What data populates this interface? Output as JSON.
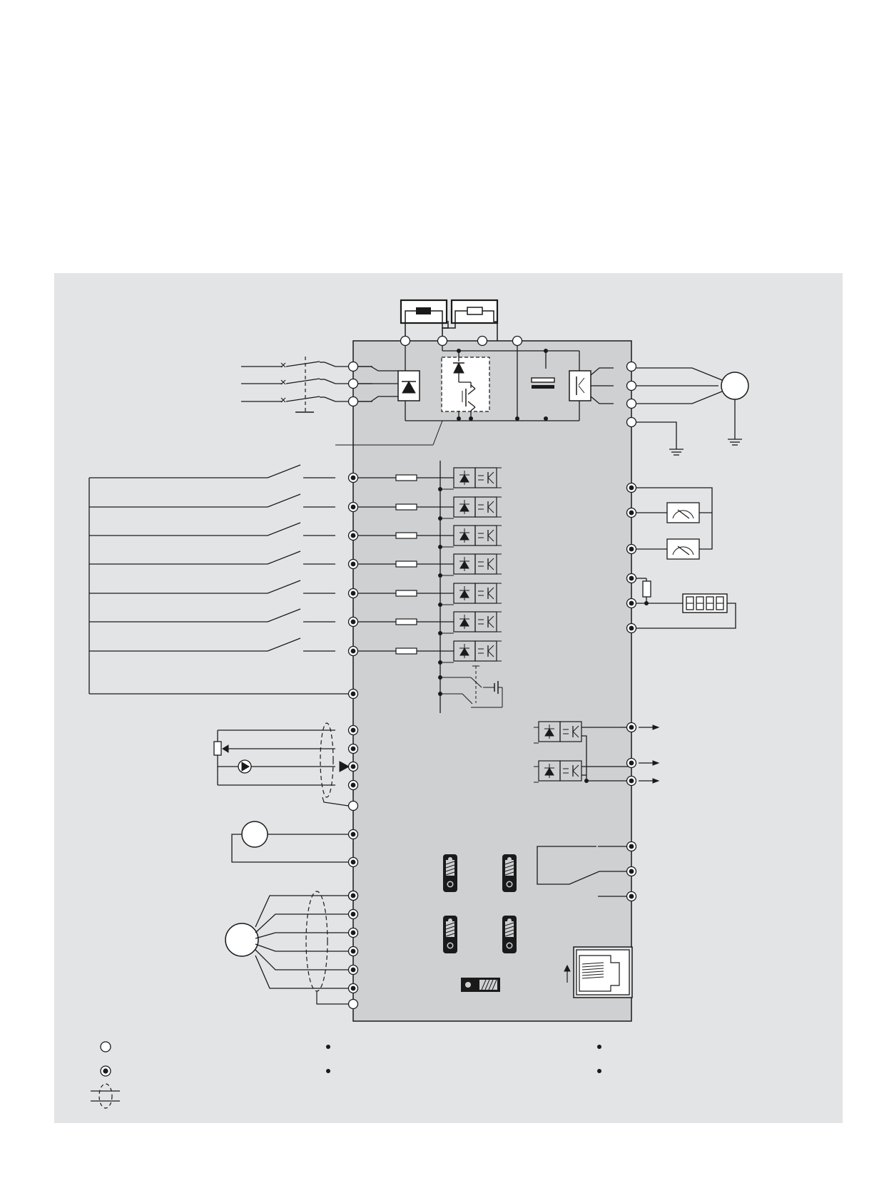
{
  "colors": {
    "page_bg": "#ffffff",
    "panel_bg": "#e3e4e6",
    "drive_body": "#cfd0d2",
    "line": "#1a1a1a",
    "terminal_fill": "#ffffff",
    "brake_box_fill": "#ffffff"
  },
  "icons": {
    "mains_switch": "three-pole-switch-icon",
    "rectifier": "rectifier-diode-icon",
    "brake_chopper": "brake-chopper-igbt-icon",
    "dc_link": "dc-link-capacitor-icon",
    "inverter": "inverter-igbt-icon",
    "motor": "motor-icon",
    "earth": "earth-ground-icon",
    "optocoupler": "optocoupler-icon",
    "analog_meter": "analog-meter-icon",
    "seven_segment": "seven-segment-display-icon",
    "potentiometer": "potentiometer-icon",
    "current_source": "current-source-icon",
    "thermistor_sensor": "sensor-circle-icon",
    "encoder": "encoder-circle-icon",
    "dip_switch": "dip-switch-icon",
    "relay_contact": "relay-changeover-icon",
    "rj45_port": "rj45-port-icon",
    "shield": "cable-shield-icon"
  },
  "digital_inputs_count": 7,
  "relay_output_terminals": 3,
  "encoder_terminals": 7,
  "legend": [
    {
      "symbol": "open-terminal-icon"
    },
    {
      "symbol": "control-terminal-icon"
    },
    {
      "symbol": "cable-shield-icon"
    }
  ]
}
